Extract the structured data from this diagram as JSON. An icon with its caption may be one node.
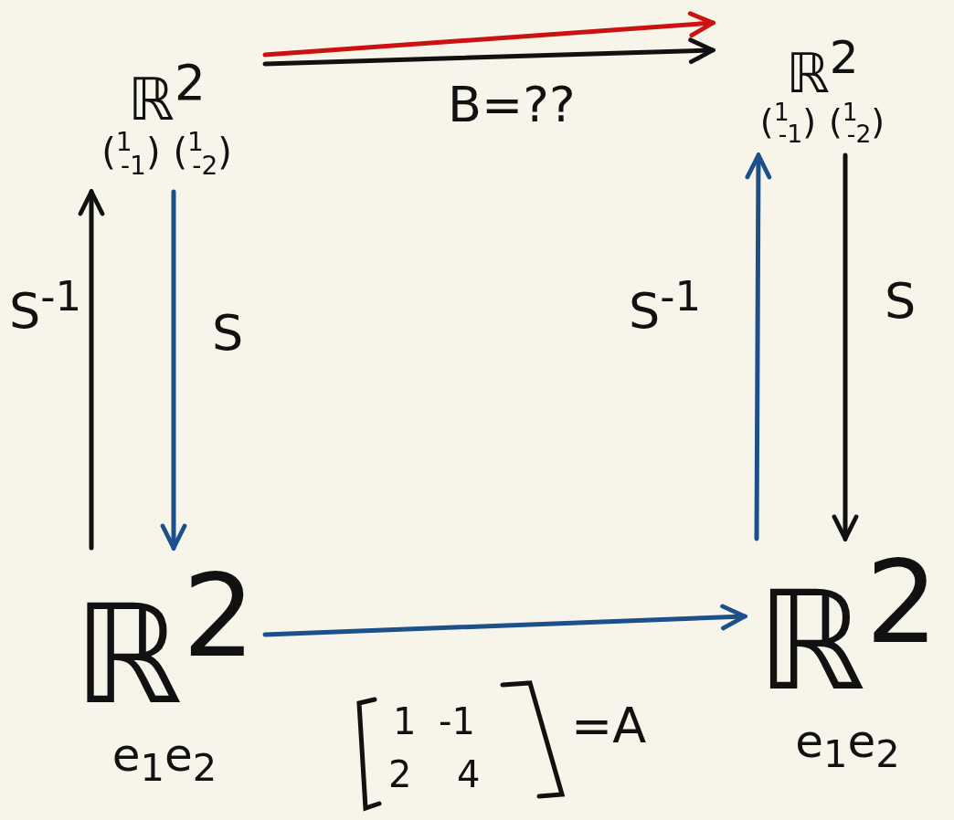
{
  "diagram": {
    "nodes": [
      {
        "text": [
          "ℝ$^{2}$",
          "($^{1}$$_{-1}$)",
          "($^{1}$$_{-2}$)"
        ]
      },
      {
        "text": [
          "ℝ$^{2}$",
          "($^{1}$$_{-1}$)",
          "($^{1}$$_{-2}$)"
        ]
      },
      {
        "text": [
          "ℝ$^{2}$",
          "e$_{1}$e$_{2}$"
        ]
      },
      {
        "text": [
          "ℝ$^{2}$",
          "e$_{1}$e$_{2}$"
        ]
      }
    ],
    "edges": [
      {
        "from": 0,
        "to": 1,
        "arrow": "to",
        "label": "B=??"
      },
      {
        "from": 0,
        "to": 1,
        "arrow": "to",
        "color": "#cc1111"
      },
      {
        "from": 2,
        "to": 0,
        "arrow": "to",
        "label": "S$^{-1}$"
      },
      {
        "from": 0,
        "to": 2,
        "arrow": "to",
        "label": "S",
        "color": "#1c4f8c"
      },
      {
        "from": 2,
        "to": 3,
        "arrow": "to",
        "label": "=A",
        "color": "#1c4f8c"
      },
      {
        "from": 3,
        "to": 1,
        "arrow": "to",
        "label": "S$^{-1}$",
        "color": "#1c4f8c"
      },
      {
        "from": 1,
        "to": 3,
        "arrow": "to",
        "label": "S"
      }
    ],
    "labels": [
      "1",
      "-1",
      "2",
      "4"
    ]
  }
}
